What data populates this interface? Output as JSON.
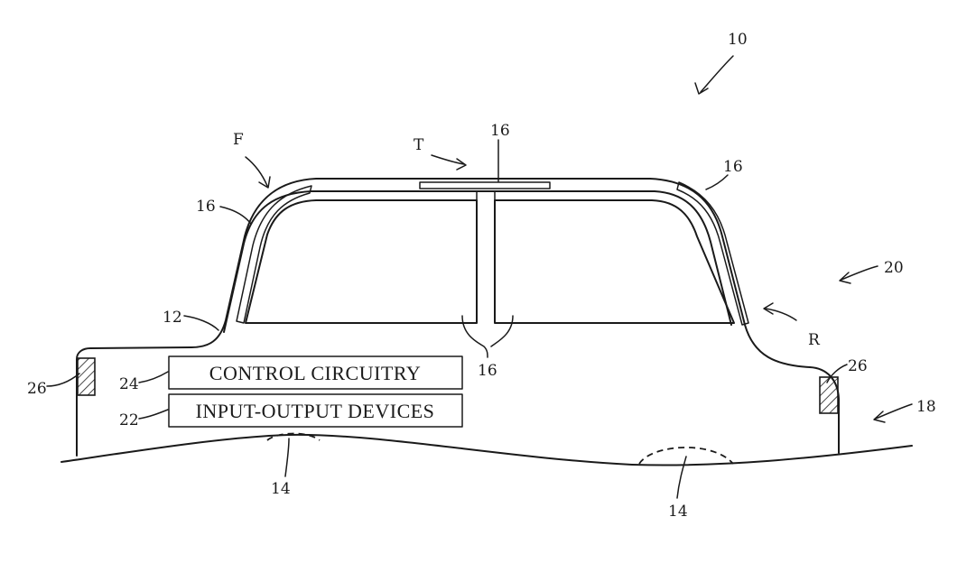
{
  "figure": {
    "labels": {
      "device": "10",
      "front": "F",
      "top": "T",
      "rear": "R",
      "window_top": "16",
      "window_front": "16",
      "window_rear": "16",
      "window_side": "16",
      "body": "12",
      "wheel_front": "14",
      "wheel_rear": "14",
      "interior": "20",
      "exterior": "18",
      "light_front": "26",
      "light_rear": "26",
      "control_ref": "24",
      "io_ref": "22"
    },
    "boxes": {
      "control": "CONTROL CIRCUITRY",
      "io": "INPUT-OUTPUT DEVICES"
    }
  }
}
